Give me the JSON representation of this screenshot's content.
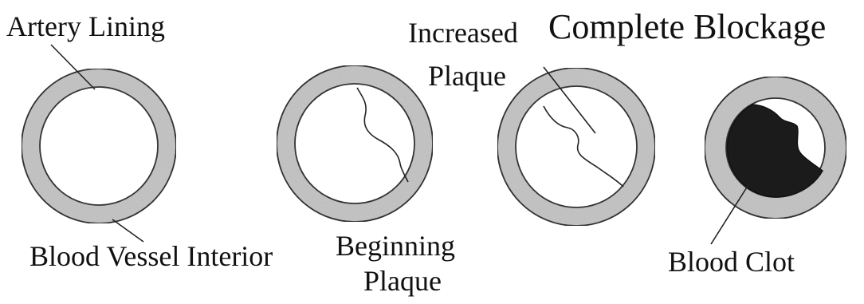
{
  "labels": {
    "artery_lining": "Artery Lining",
    "blood_vessel_interior": "Blood Vessel Interior",
    "beginning_plaque_line1": "Beginning",
    "beginning_plaque_line2": "Plaque",
    "increased_plaque_line1": "Increased",
    "increased_plaque_line2": "Plaque",
    "complete_blockage": "Complete Blockage",
    "blood_clot": "Blood Clot"
  },
  "colors": {
    "artery_wall": "#c9c9c9",
    "vessel_interior": "#ffffff",
    "clot": "#1b1b1b",
    "text": "#111111"
  }
}
